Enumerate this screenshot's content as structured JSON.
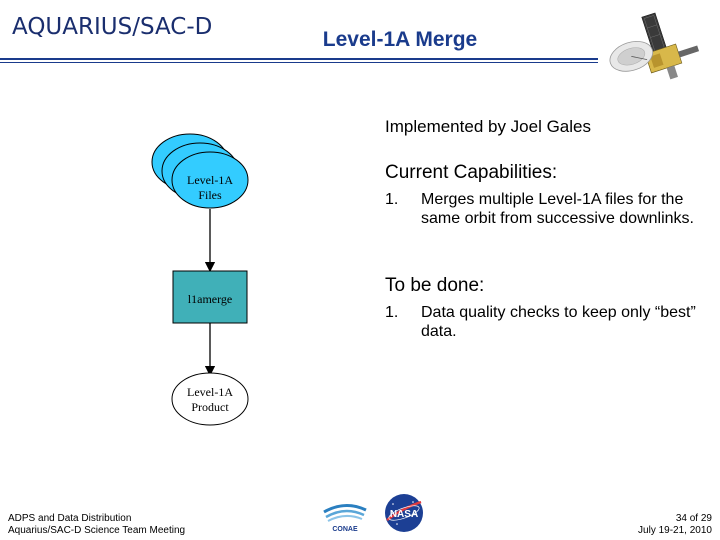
{
  "header": {
    "logo_text": "AQUARIUS/SAC-D",
    "title": "Level-1A Merge"
  },
  "main": {
    "implemented_by": "Implemented by Joel Gales",
    "capabilities": {
      "heading": "Current Capabilities:",
      "items": [
        {
          "num": "1.",
          "text": "Merges multiple Level-1A files for the same orbit from successive downlinks."
        }
      ]
    },
    "todo": {
      "heading": "To be done:",
      "items": [
        {
          "num": "1.",
          "text": "Data quality checks to keep only “best” data."
        }
      ]
    }
  },
  "flow": {
    "input_label_1": "Level-1A",
    "input_label_2": "Files",
    "process_label": "l1amerge",
    "output_label_1": "Level-1A",
    "output_label_2": "Product"
  },
  "footer": {
    "left_line1": "ADPS and Data Distribution",
    "left_line2": "Aquarius/SAC-D Science Team Meeting",
    "page_line": "34 of 29",
    "date_line": "July 19-21, 2010",
    "conae_logo": "CONAE",
    "nasa_logo": "NASA"
  },
  "colors": {
    "title": "#1a3b8c",
    "ellipse_fill": "#33ccff",
    "process_fill": "#40b0b8",
    "output_fill": "#ffffff"
  }
}
